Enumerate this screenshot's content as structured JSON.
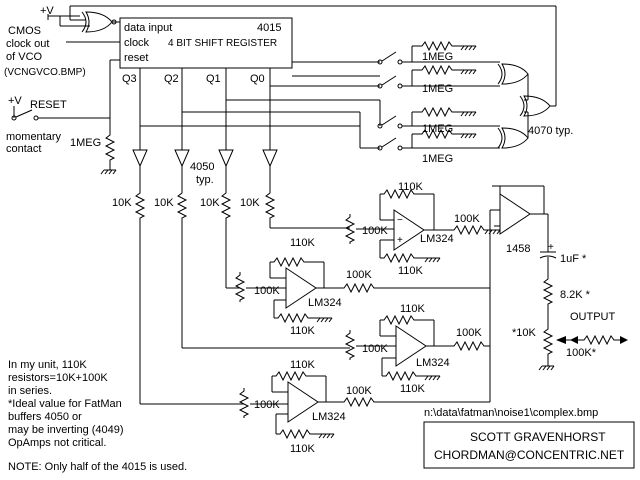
{
  "labels": {
    "vplus_top": "+V",
    "cmos_line1": "CMOS",
    "cmos_line2": "clock out",
    "cmos_line3": "of VCO",
    "cmos_file": "(VCNGVCO.BMP)",
    "sr_data": "data input",
    "sr_num": "4015",
    "sr_clock": "clock",
    "sr_title": "4 BIT SHIFT REGISTER",
    "sr_reset": "reset",
    "q3": "Q3",
    "q2": "Q2",
    "q1": "Q1",
    "q0": "Q0",
    "vplus_reset": "+V",
    "reset": "RESET",
    "momentary1": "momentary",
    "momentary2": "contact",
    "r_reset": "1MEG",
    "buf_type1": "4050",
    "buf_type2": "typ.",
    "xor_type": "4070 typ.",
    "r_meg1": "1MEG",
    "r_meg2": "1MEG",
    "r_meg3": "1MEG",
    "r_meg4": "1MEG",
    "r10k_1": "10K",
    "r10k_2": "10K",
    "r10k_3": "10K",
    "r10k_4": "10K",
    "r110k": "110K",
    "r100k": "100K",
    "lm324": "LM324",
    "op1458": "1458",
    "cap": "1uF *",
    "r82k": "8.2K *",
    "pot10k": "*10K",
    "output": "OUTPUT",
    "r100k_out": "100K*",
    "note1": "In my unit, 110K",
    "note2": "resistors=10K+100K",
    "note3": "in series.",
    "note4": "*Ideal value for FatMan",
    "note5": "buffers 4050 or",
    "note6": "may be inverting (4049)",
    "note7": "OpAmps not critical.",
    "note8": "NOTE: Only half of the 4015 is used.",
    "filepath": "n:\\data\\fatman\\noise1\\complex.bmp",
    "author": "SCOTT GRAVENHORST",
    "email": "CHORDMAN@CONCENTRIC.NET"
  }
}
